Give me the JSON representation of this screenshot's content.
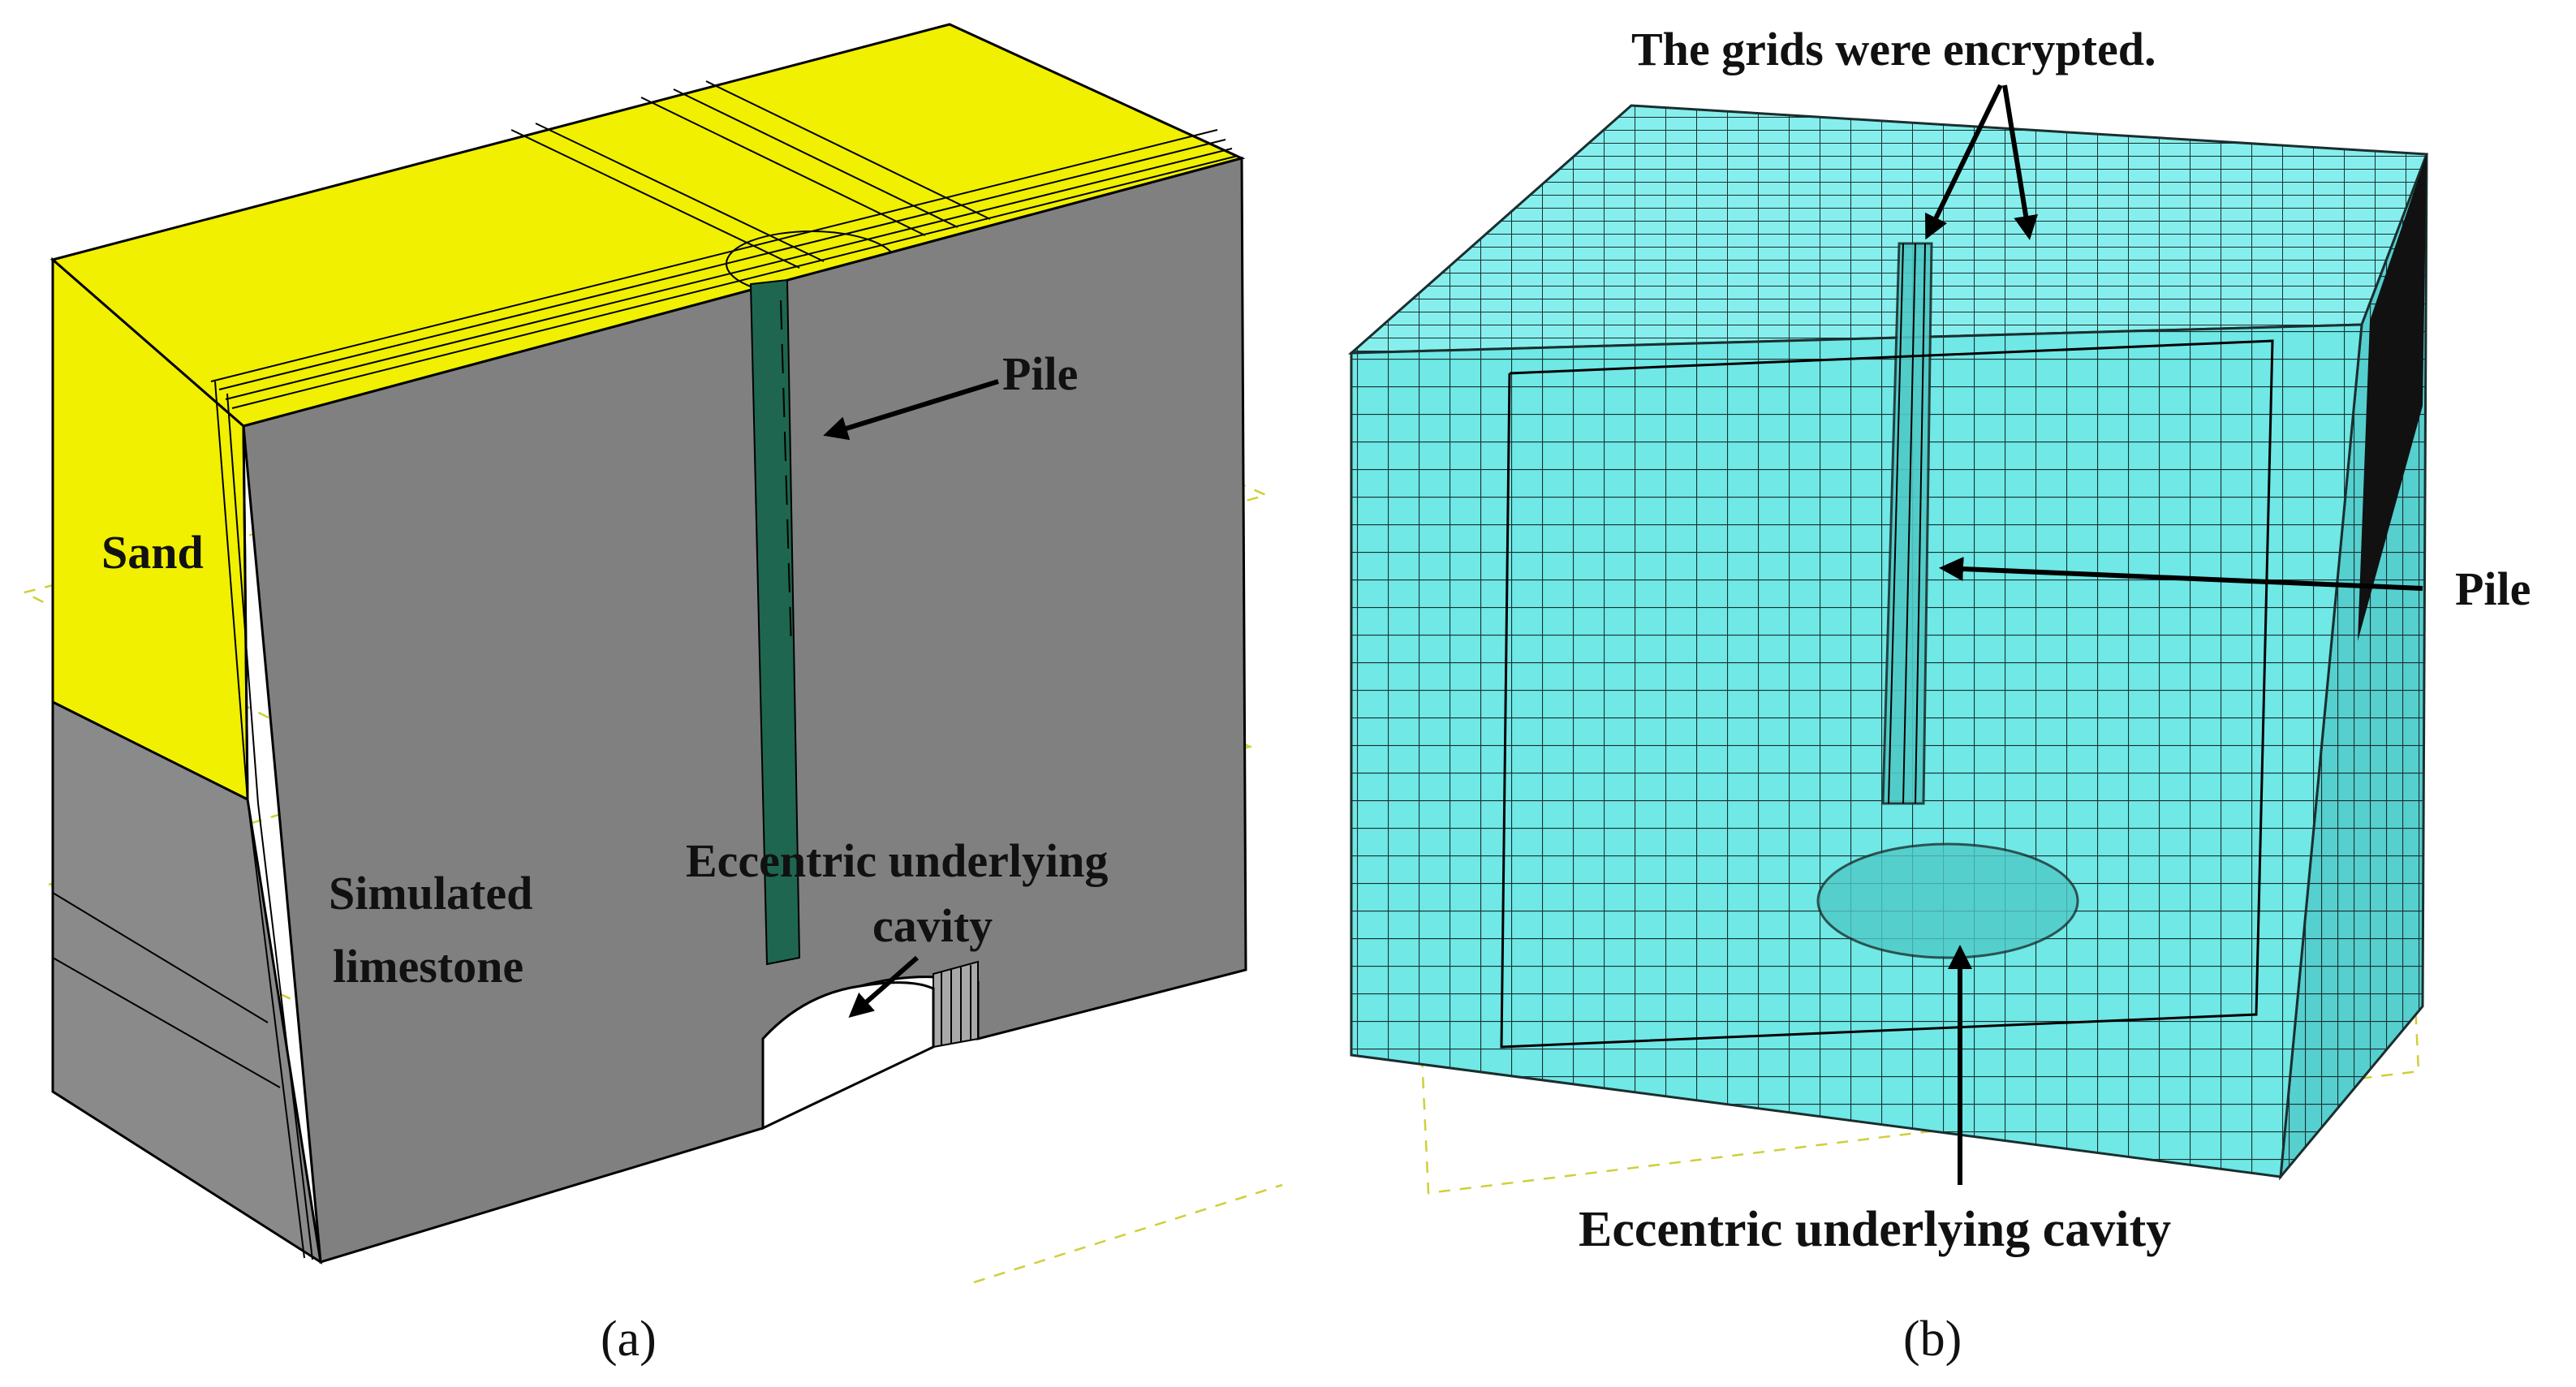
{
  "panel_a": {
    "caption": "(a)",
    "labels": {
      "sand": "Sand",
      "pile": "Pile",
      "limestone_line1": "Simulated",
      "limestone_line2": "limestone",
      "cavity_line1": "Eccentric underlying",
      "cavity_line2": "cavity"
    }
  },
  "panel_b": {
    "caption": "(b)",
    "labels": {
      "grids": "The grids were encrypted.",
      "pile": "Pile",
      "cavity": "Eccentric underlying cavity"
    }
  },
  "colors": {
    "sand": "#f0f000",
    "rock": "#808080",
    "pile": "#1e6650",
    "mesh": "#6fe8e6",
    "mesh_line": "#1b2e2e"
  }
}
